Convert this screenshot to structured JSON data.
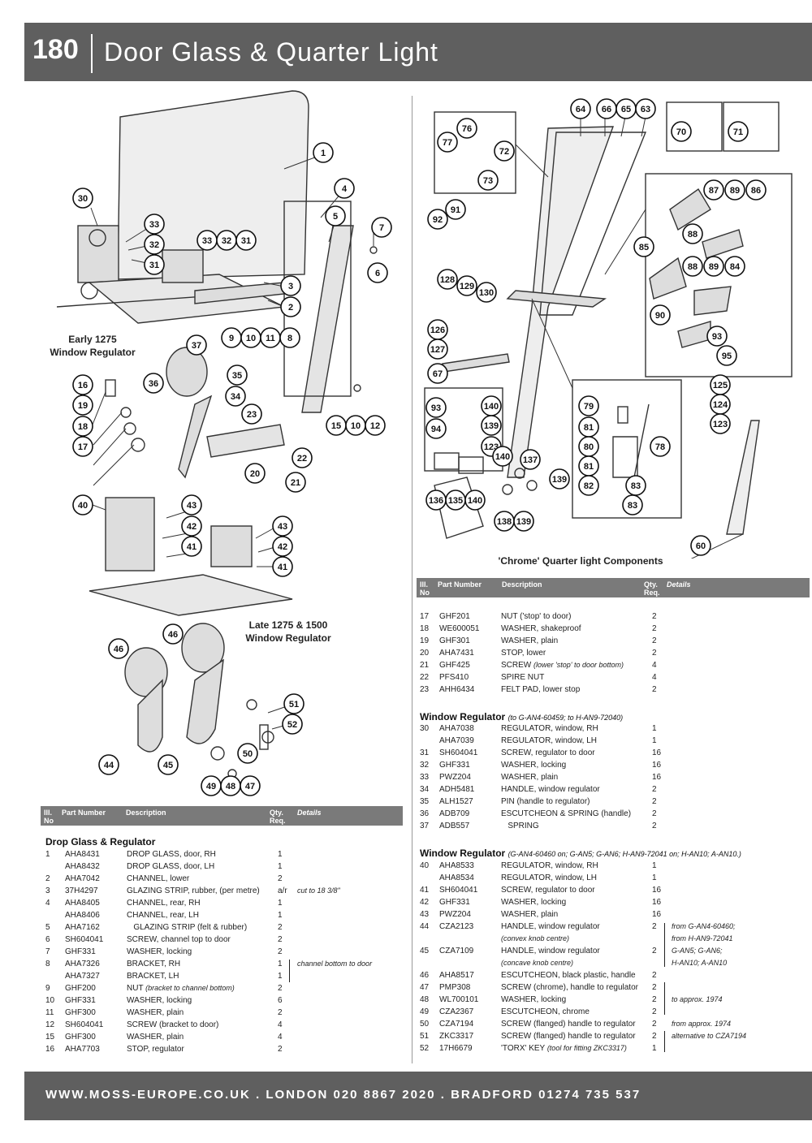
{
  "header": {
    "page_number": "180",
    "title": "Door Glass & Quarter Light"
  },
  "diagram_labels": {
    "early": "Early 1275\nWindow Regulator",
    "late": "Late 1275 & 1500\nWindow Regulator",
    "chrome": "'Chrome' Quarter light Components"
  },
  "table_headers": {
    "ill": "Ill.\nNo",
    "part": "Part Number",
    "desc": "Description",
    "qty": "Qty.\nReq.",
    "details": "Details"
  },
  "left_section": {
    "title": "Drop Glass & Regulator",
    "rows": [
      {
        "ill": "1",
        "pn": "AHA8431",
        "desc": "DROP GLASS, door, RH",
        "qty": "1",
        "det": ""
      },
      {
        "ill": "",
        "pn": "AHA8432",
        "desc": "DROP GLASS, door, LH",
        "qty": "1",
        "det": ""
      },
      {
        "ill": "2",
        "pn": "AHA7042",
        "desc": "CHANNEL, lower",
        "qty": "2",
        "det": ""
      },
      {
        "ill": "3",
        "pn": "37H4297",
        "desc": "GLAZING STRIP, rubber, (per metre)",
        "qty": "a/r",
        "det": "cut to 18 3/8\""
      },
      {
        "ill": "4",
        "pn": "AHA8405",
        "desc": "CHANNEL, rear, RH",
        "qty": "1",
        "det": ""
      },
      {
        "ill": "",
        "pn": "AHA8406",
        "desc": "CHANNEL, rear, LH",
        "qty": "1",
        "det": ""
      },
      {
        "ill": "5",
        "pn": "AHA7162",
        "desc": "   GLAZING STRIP (felt & rubber)",
        "qty": "2",
        "det": ""
      },
      {
        "ill": "6",
        "pn": "SH604041",
        "desc": "SCREW, channel top to door",
        "qty": "2",
        "det": ""
      },
      {
        "ill": "7",
        "pn": "GHF331",
        "desc": "WASHER, locking",
        "qty": "2",
        "det": ""
      },
      {
        "ill": "8",
        "pn": "AHA7326",
        "desc": "BRACKET, RH",
        "qty": "1",
        "det": "channel bottom to door"
      },
      {
        "ill": "",
        "pn": "AHA7327",
        "desc": "BRACKET, LH",
        "qty": "1",
        "det": ""
      },
      {
        "ill": "9",
        "pn": "GHF200",
        "desc": "NUT",
        "desc_note": "(bracket to channel bottom)",
        "qty": "2",
        "det": ""
      },
      {
        "ill": "10",
        "pn": "GHF331",
        "desc": "WASHER, locking",
        "qty": "6",
        "det": ""
      },
      {
        "ill": "11",
        "pn": "GHF300",
        "desc": "WASHER, plain",
        "qty": "2",
        "det": ""
      },
      {
        "ill": "12",
        "pn": "SH604041",
        "desc": "SCREW (bracket to door)",
        "qty": "4",
        "det": ""
      },
      {
        "ill": "15",
        "pn": "GHF300",
        "desc": "WASHER, plain",
        "qty": "4",
        "det": ""
      },
      {
        "ill": "16",
        "pn": "AHA7703",
        "desc": "STOP, regulator",
        "qty": "2",
        "det": ""
      }
    ]
  },
  "right_top_rows": [
    {
      "ill": "17",
      "pn": "GHF201",
      "desc": "NUT ('stop' to door)",
      "qty": "2",
      "det": ""
    },
    {
      "ill": "18",
      "pn": "WE600051",
      "desc": "WASHER, shakeproof",
      "qty": "2",
      "det": ""
    },
    {
      "ill": "19",
      "pn": "GHF301",
      "desc": "WASHER, plain",
      "qty": "2",
      "det": ""
    },
    {
      "ill": "20",
      "pn": "AHA7431",
      "desc": "STOP, lower",
      "qty": "2",
      "det": ""
    },
    {
      "ill": "21",
      "pn": "GHF425",
      "desc": "SCREW",
      "desc_note": "(lower 'stop' to door bottom)",
      "qty": "4",
      "det": ""
    },
    {
      "ill": "22",
      "pn": "PFS410",
      "desc": "SPIRE NUT",
      "qty": "4",
      "det": ""
    },
    {
      "ill": "23",
      "pn": "AHH6434",
      "desc": "FELT PAD, lower stop",
      "qty": "2",
      "det": ""
    }
  ],
  "regulator_early": {
    "title": "Window Regulator",
    "subtitle": "(to G-AN4-60459; to H-AN9-72040)",
    "rows": [
      {
        "ill": "30",
        "pn": "AHA7038",
        "desc": "REGULATOR, window, RH",
        "qty": "1",
        "det": ""
      },
      {
        "ill": "",
        "pn": "AHA7039",
        "desc": "REGULATOR, window, LH",
        "qty": "1",
        "det": ""
      },
      {
        "ill": "31",
        "pn": "SH604041",
        "desc": "SCREW, regulator to door",
        "qty": "16",
        "det": ""
      },
      {
        "ill": "32",
        "pn": "GHF331",
        "desc": "WASHER, locking",
        "qty": "16",
        "det": ""
      },
      {
        "ill": "33",
        "pn": "PWZ204",
        "desc": "WASHER, plain",
        "qty": "16",
        "det": ""
      },
      {
        "ill": "34",
        "pn": "ADH5481",
        "desc": "HANDLE, window regulator",
        "qty": "2",
        "det": ""
      },
      {
        "ill": "35",
        "pn": "ALH1527",
        "desc": "PIN (handle to regulator)",
        "qty": "2",
        "det": ""
      },
      {
        "ill": "36",
        "pn": "ADB709",
        "desc": "ESCUTCHEON & SPRING (handle)",
        "qty": "2",
        "det": ""
      },
      {
        "ill": "37",
        "pn": "ADB557",
        "desc": "   SPRING",
        "qty": "2",
        "det": ""
      }
    ]
  },
  "regulator_late": {
    "title": "Window Regulator",
    "subtitle": "(G-AN4-60460 on; G-AN5; G-AN6; H-AN9-72041 on; H-AN10; A-AN10.)",
    "rows": [
      {
        "ill": "40",
        "pn": "AHA8533",
        "desc": "REGULATOR, window, RH",
        "qty": "1",
        "det": ""
      },
      {
        "ill": "",
        "pn": "AHA8534",
        "desc": "REGULATOR, window, LH",
        "qty": "1",
        "det": ""
      },
      {
        "ill": "41",
        "pn": "SH604041",
        "desc": "SCREW, regulator to door",
        "qty": "16",
        "det": ""
      },
      {
        "ill": "42",
        "pn": "GHF331",
        "desc": "WASHER, locking",
        "qty": "16",
        "det": ""
      },
      {
        "ill": "43",
        "pn": "PWZ204",
        "desc": "WASHER, plain",
        "qty": "16",
        "det": ""
      },
      {
        "ill": "44",
        "pn": "CZA2123",
        "desc": "HANDLE, window regulator",
        "qty": "2",
        "det": "from G-AN4-60460;"
      },
      {
        "ill": "",
        "pn": "",
        "desc": "(convex knob centre)",
        "qty": "",
        "det": "from H-AN9-72041",
        "italic": true
      },
      {
        "ill": "45",
        "pn": "CZA7109",
        "desc": "HANDLE, window regulator",
        "qty": "2",
        "det": "G-AN5; G-AN6;"
      },
      {
        "ill": "",
        "pn": "",
        "desc": "(concave knob centre)",
        "qty": "",
        "det": "H-AN10; A-AN10",
        "italic": true
      },
      {
        "ill": "46",
        "pn": "AHA8517",
        "desc": "ESCUTCHEON, black plastic, handle",
        "qty": "2",
        "det": ""
      },
      {
        "ill": "47",
        "pn": "PMP308",
        "desc": "SCREW (chrome), handle to regulator",
        "qty": "2",
        "det": ""
      },
      {
        "ill": "48",
        "pn": "WL700101",
        "desc": "WASHER, locking",
        "qty": "2",
        "det": "to approx. 1974"
      },
      {
        "ill": "49",
        "pn": "CZA2367",
        "desc": "ESCUTCHEON, chrome",
        "qty": "2",
        "det": ""
      },
      {
        "ill": "50",
        "pn": "CZA7194",
        "desc": "SCREW (flanged) handle to regulator",
        "qty": "2",
        "det": "from approx. 1974"
      },
      {
        "ill": "51",
        "pn": "ZKC3317",
        "desc": "SCREW (flanged) handle to regulator",
        "qty": "2",
        "det": "alternative to CZA7194"
      },
      {
        "ill": "52",
        "pn": "17H6679",
        "desc": "'TORX' KEY",
        "desc_note": "(tool for fitting ZKC3317)",
        "qty": "1",
        "det": ""
      }
    ]
  },
  "footer": {
    "text": "WWW.MOSS-EUROPE.CO.UK . LONDON 020 8867 2020 . BRADFORD 01274 735 537"
  }
}
